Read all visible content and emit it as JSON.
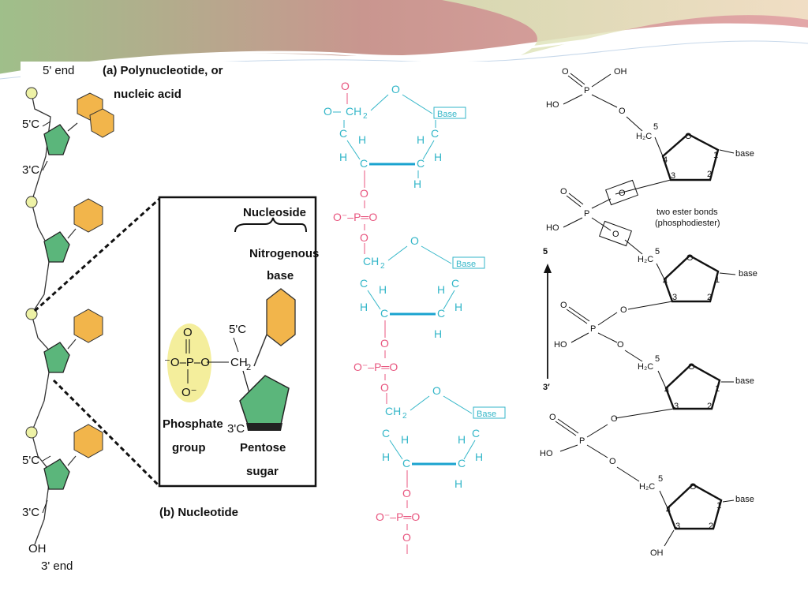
{
  "panel_a": {
    "title_line1": "(a) Polynucleotide, or",
    "title_line2": "nucleic acid",
    "five_end": "5' end",
    "three_end": "3' end",
    "oh": "OH",
    "c5_top": "5'C",
    "c3_top": "3'C",
    "c5_bottom": "5'C",
    "c3_bottom": "3'C",
    "nucleoside": "Nucleoside",
    "nitrogenous_line1": "Nitrogenous",
    "nitrogenous_line2": "base",
    "phosphate_line1": "Phosphate",
    "phosphate_line2": "group",
    "pentose_line1": "Pentose",
    "pentose_line2": "sugar",
    "inset_c5": "5'C",
    "inset_c3": "3'C",
    "inset_ch2": "CH",
    "inset_ch2_sub": "2",
    "phos_o_top": "O",
    "phos_o_bottom": "O⁻",
    "phos_row_left": "⁻O–P–O",
    "caption_b": "(b) Nucleotide",
    "colors": {
      "phosphate": "#f4ee9c",
      "sugar": "#5bb67b",
      "base": "#f2b54b",
      "phosphate_node": "#eef2a6"
    }
  },
  "panel_mid": {
    "base_label": "Base",
    "ch2": "CH",
    "ch2_sub": "2",
    "o": "O",
    "c": "C",
    "h": "H",
    "phosphate_row": "O⁻–P═O",
    "colors": {
      "sugar": "#33b6c8",
      "phosphate": "#e8567f",
      "bond": "#1aa3cf"
    }
  },
  "panel_right": {
    "o": "O",
    "oh": "OH",
    "ho": "HO",
    "p": "P",
    "h2c": "H₂C",
    "base": "base",
    "n1": "1",
    "n2": "2",
    "n3": "3",
    "n4": "4",
    "n5": "5",
    "ester_line1": "two ester bonds",
    "ester_line2": "(phosphodiester)",
    "arrow_top": "5",
    "arrow_bottom": "3′"
  }
}
